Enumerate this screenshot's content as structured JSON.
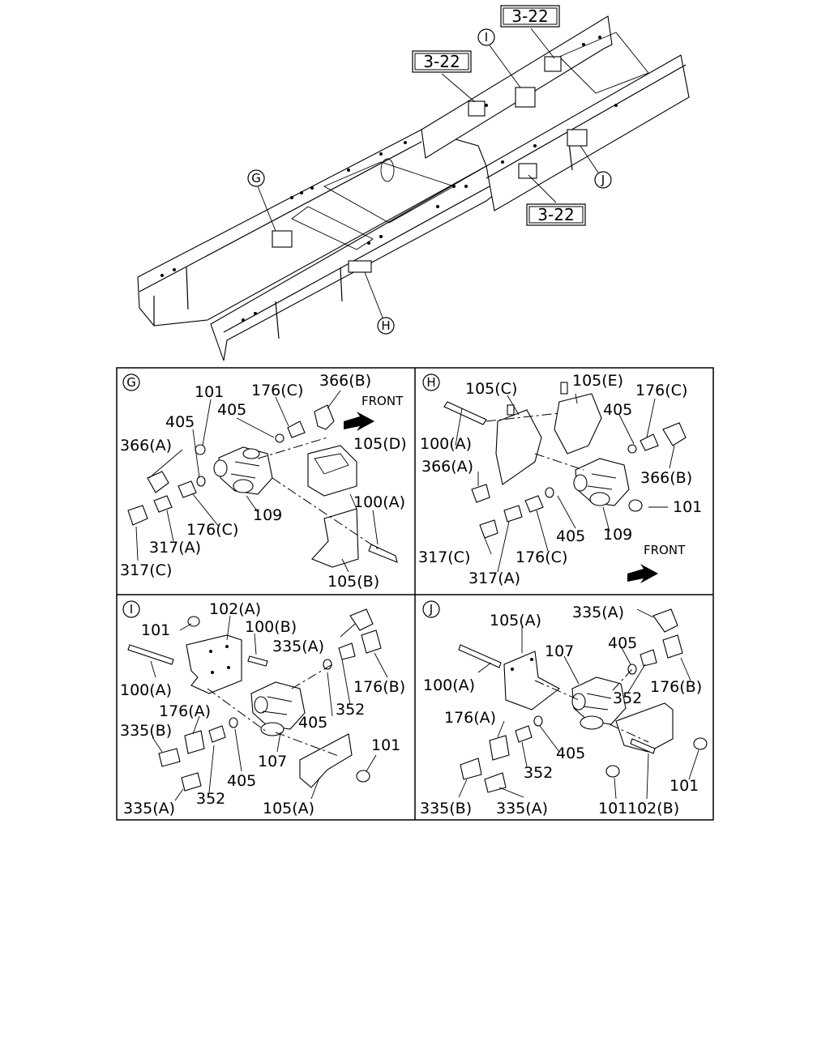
{
  "overview": {
    "ref_boxes": [
      "3-22",
      "3-22",
      "3-22"
    ],
    "callouts": {
      "g": "G",
      "h": "H",
      "i": "I",
      "j": "J"
    }
  },
  "panels": {
    "g": {
      "id": "G",
      "front": "FRONT",
      "labels": [
        "101",
        "176(C)",
        "366(B)",
        "405",
        "405",
        "105(D)",
        "366(A)",
        "109",
        "100(A)",
        "176(C)",
        "317(A)",
        "317(C)",
        "105(B)"
      ]
    },
    "h": {
      "id": "H",
      "front": "FRONT",
      "labels": [
        "105(C)",
        "105(E)",
        "176(C)",
        "405",
        "100(A)",
        "366(A)",
        "366(B)",
        "101",
        "405",
        "109",
        "317(C)",
        "176(C)",
        "317(A)"
      ]
    },
    "i": {
      "id": "I",
      "labels": [
        "102(A)",
        "101",
        "100(B)",
        "335(A)",
        "100(A)",
        "176(B)",
        "176(A)",
        "352",
        "335(B)",
        "405",
        "101",
        "107",
        "405",
        "335(A)",
        "352",
        "105(A)"
      ]
    },
    "j": {
      "id": "J",
      "labels": [
        "335(A)",
        "105(A)",
        "107",
        "405",
        "100(A)",
        "352",
        "176(B)",
        "176(A)",
        "405",
        "352",
        "101",
        "335(B)",
        "335(A)",
        "101",
        "102(B)"
      ]
    }
  }
}
